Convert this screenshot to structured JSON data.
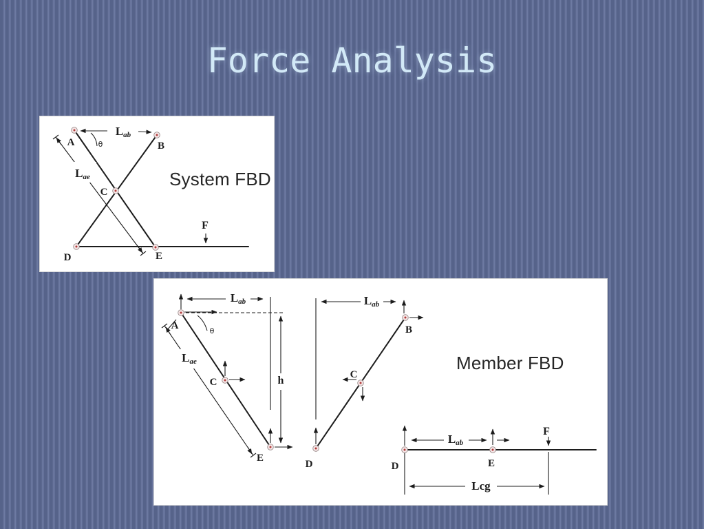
{
  "slide": {
    "title": "Force Analysis"
  },
  "colors": {
    "background_base": "#56638a",
    "background_stripe": "#6d7aa2",
    "title_text": "#d2e9f7",
    "panel_background": "#ffffff",
    "diagram_ink": "#1c1c1c",
    "pin_fill": "#f5e6e6",
    "pin_dot": "#b03a3a"
  },
  "system_fbd": {
    "caption": "System FBD",
    "points": {
      "a": "A",
      "b": "B",
      "c": "C",
      "d": "D",
      "e": "E"
    },
    "labels": {
      "lab_base": "L",
      "lab_sub": "ab",
      "lae_base": "L",
      "lae_sub": "ae",
      "theta": "θ",
      "force": "F"
    }
  },
  "member_fbd": {
    "caption": "Member FBD",
    "ae": {
      "a": "A",
      "c": "C",
      "e": "E",
      "h": "h",
      "theta": "θ",
      "lab_base": "L",
      "lab_sub": "ab",
      "lae_base": "L",
      "lae_sub": "ae"
    },
    "db": {
      "b": "B",
      "c": "C",
      "d": "D",
      "lab_base": "L",
      "lab_sub": "ab"
    },
    "de": {
      "d": "D",
      "e": "E",
      "force": "F",
      "lab_base": "L",
      "lab_sub": "ab",
      "lcg": "Lcg"
    }
  }
}
